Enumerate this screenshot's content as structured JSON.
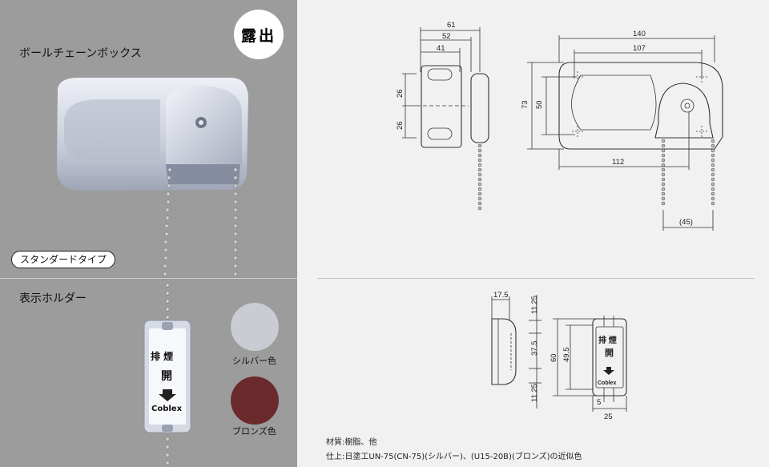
{
  "product": {
    "title": "ボールチェーンボックス",
    "badge": "露出",
    "standard_label": "スタンダードタイプ"
  },
  "holder": {
    "title": "表示ホルダー",
    "plate": {
      "line1": "排 煙",
      "line2": "開",
      "brand": "Coblex"
    },
    "colors": [
      {
        "label": "シルバー色",
        "hex": "#c9ccd3"
      },
      {
        "label": "ブロンズ色",
        "hex": "#6a2a2b"
      }
    ]
  },
  "box_side_view": {
    "dims": [
      "61",
      "52",
      "41",
      "26",
      "26"
    ]
  },
  "box_front_view": {
    "dims": [
      "140",
      "107",
      "73",
      "50",
      "112",
      "(45)"
    ]
  },
  "holder_side_view": {
    "dims": [
      "17.5",
      "11.25",
      "37.5",
      "11.25"
    ]
  },
  "holder_front_view": {
    "dims": [
      "60",
      "49.5",
      "5",
      "25"
    ],
    "plate": {
      "line1": "排 煙",
      "line2": "開",
      "brand": "Coblex"
    }
  },
  "notes": {
    "material": "材質:樹脂、他",
    "finish": "仕上:日塗工UN-75(CN-75)(シルバー)、(U15-20B)(ブロンズ)の近似色"
  }
}
